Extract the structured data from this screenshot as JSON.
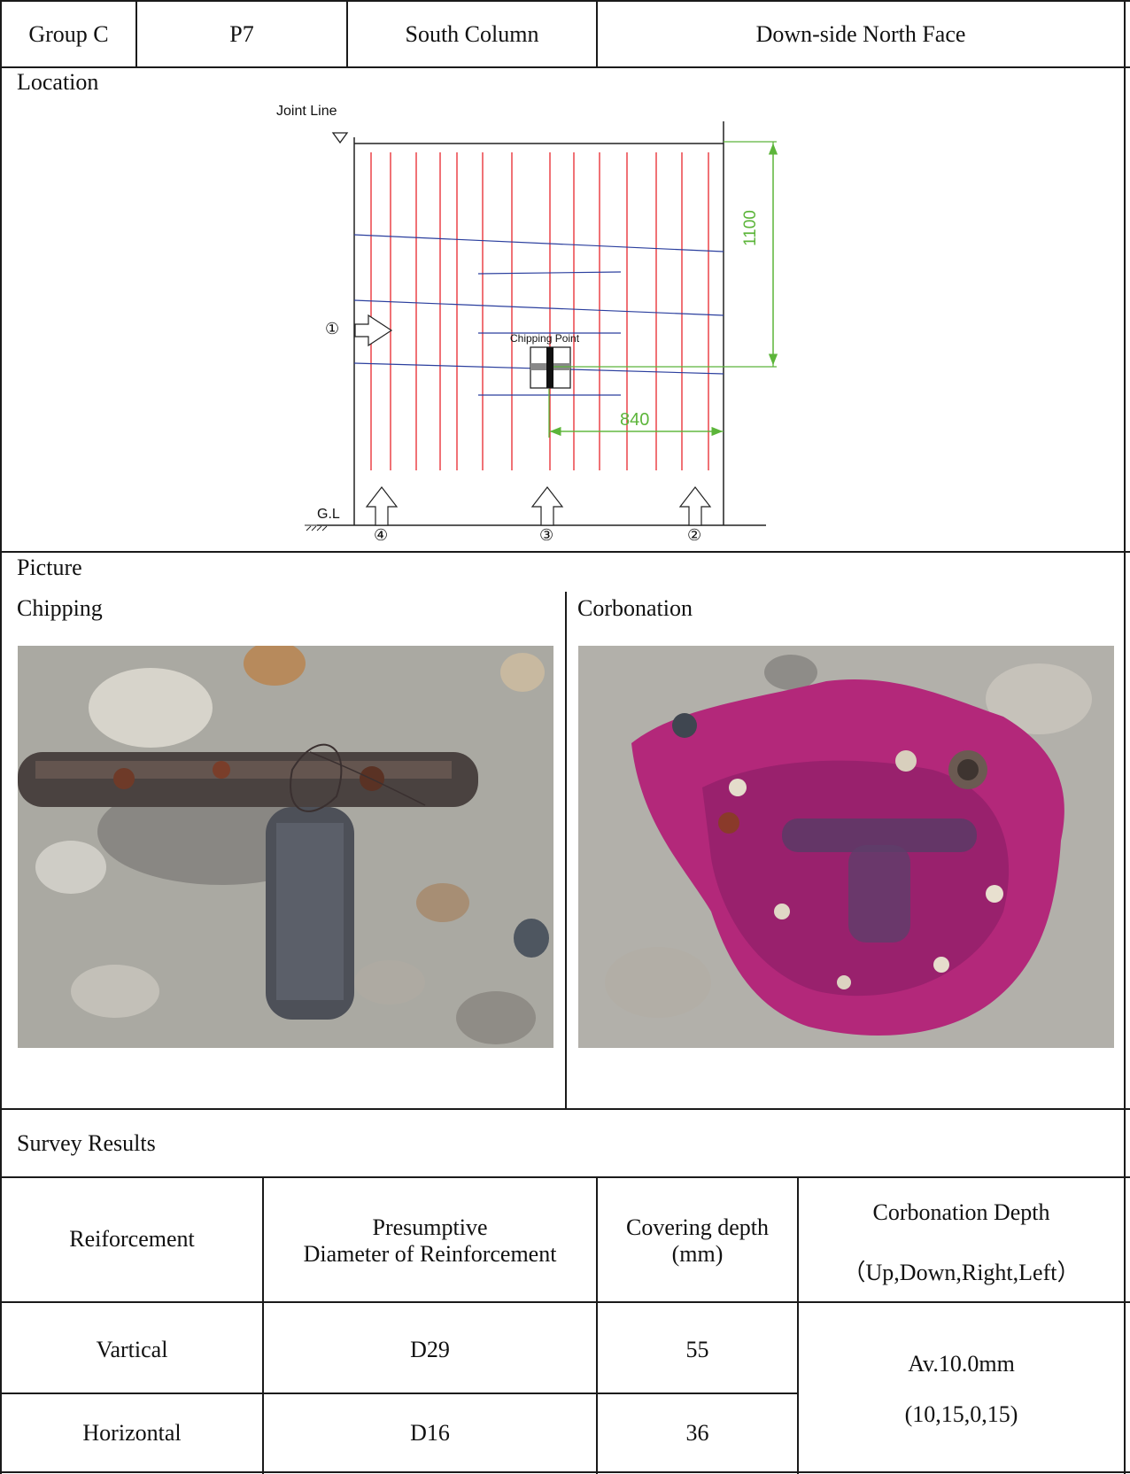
{
  "header": {
    "group": "Group C",
    "pier": "P7",
    "member": "South Column",
    "face": "Down-side North Face"
  },
  "location": {
    "label": "Location",
    "diagram": {
      "joint_line_label": "Joint Line",
      "gl_label": "G.L",
      "chipping_point_label": "Chipping Point",
      "dim_vertical": "1100",
      "dim_horizontal": "840",
      "view_markers": [
        "①",
        "④",
        "③",
        "②"
      ],
      "colors": {
        "rebar_vertical": "#e8262c",
        "rebar_horizontal": "#2b3f9e",
        "dimension": "#5cb53a"
      }
    }
  },
  "picture": {
    "label": "Picture",
    "left_caption": "Chipping",
    "right_caption": "Corbonation"
  },
  "survey": {
    "label": "Survey Results",
    "columns": {
      "reinforcement": "Reiforcement",
      "diameter_line1": "Presumptive",
      "diameter_line2": "Diameter of Reinforcement",
      "cover_line1": "Covering depth",
      "cover_line2": "(mm)",
      "carb_line1": "Corbonation Depth",
      "carb_line2": "（Up,Down,Right,Left）"
    },
    "rows": [
      {
        "type": "Vartical",
        "diameter": "D29",
        "cover": "55"
      },
      {
        "type": "Horizontal",
        "diameter": "D16",
        "cover": "36"
      }
    ],
    "carbonation_avg": "Av.10.0mm",
    "carbonation_values": "(10,15,0,15)"
  }
}
